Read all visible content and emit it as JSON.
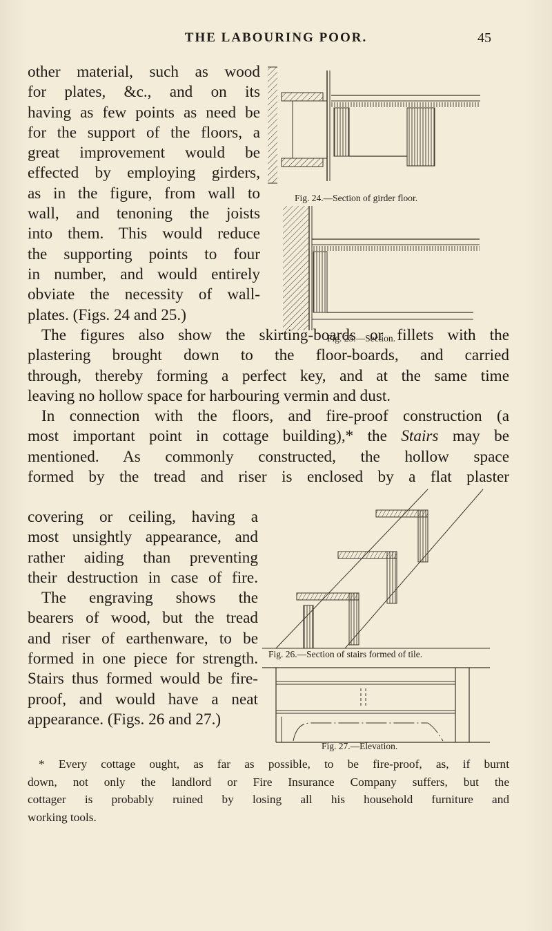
{
  "header": {
    "title": "THE LABOURING POOR.",
    "page_number": "45"
  },
  "body": {
    "wrap1_lines": [
      "other material, such as wood",
      "for plates, &c., and on its",
      "having as few points as need be",
      "for the support of the floors, a",
      "great improvement would be",
      "effected by employing girders,",
      "as in the figure, from wall to",
      "wall, and tenoning the joists",
      "into them. This would reduce",
      "the supporting points to four",
      "in number, and would entirely",
      "obviate the necessity of wall-",
      "plates. (Figs. 24 and 25.)"
    ],
    "full_lines": [
      "The figures also show the skirting-boards or fillets with the",
      "plastering brought down to the floor-boards, and carried",
      "through, thereby forming a perfect key, and at the same time",
      "leaving no hollow space for harbouring vermin and dust.",
      "In connection with the floors, and fire-proof construction (a",
      "most important point in cottage building),* the",
      "Stairs",
      "may be",
      "mentioned. As commonly constructed, the hollow space",
      "formed by the tread and riser is enclosed by a flat plaster"
    ],
    "wrap2_lines": [
      "covering or ceiling, having a",
      "most unsightly appearance, and",
      "rather aiding than preventing",
      "their destruction in case of fire.",
      "The engraving shows the",
      "bearers of wood, but the tread",
      "and riser of earthenware, to be",
      "formed in one piece for strength.",
      "Stairs thus formed would be fire-",
      "proof, and would have a neat",
      "appearance. (Figs. 26 and 27.)"
    ]
  },
  "figures": {
    "fig24_caption": "Fig. 24.—Section of girder floor.",
    "fig25_caption": "Fig. 25.—Section.",
    "fig26_caption": "Fig. 26.—Section of stairs formed of tile.",
    "fig27_caption": "Fig. 27.—Elevation."
  },
  "footnote": {
    "lines": [
      "* Every cottage ought, as far as possible, to be fire-proof, as, if burnt",
      "down, not only the landlord or Fire Insurance Company suffers, but the",
      "cottager is probably ruined by losing all his household furniture and",
      "working tools."
    ]
  },
  "colors": {
    "paper": "#f3ecd9",
    "ink": "#1f1b16"
  }
}
